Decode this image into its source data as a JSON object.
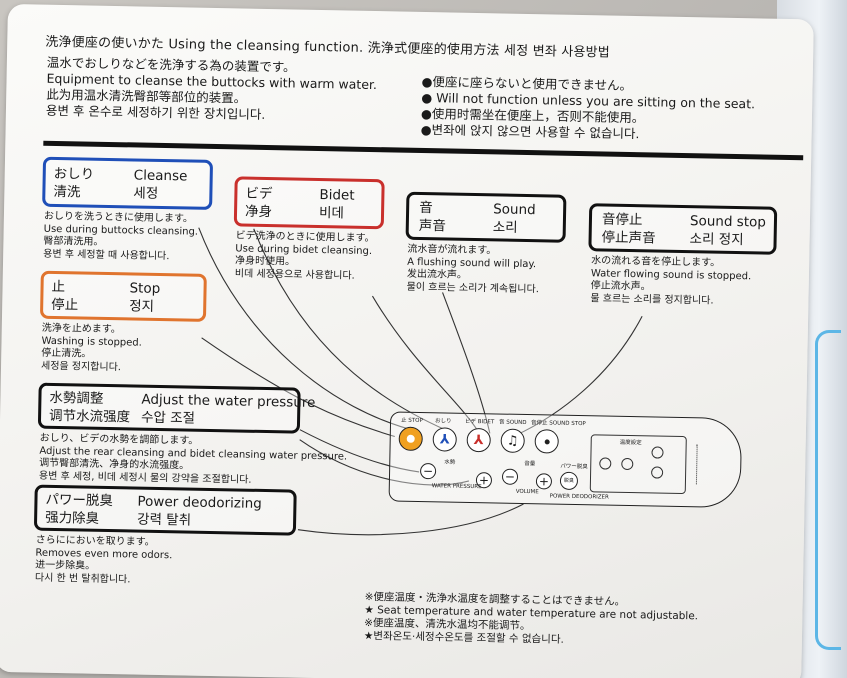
{
  "title": "洗浄便座の使いかた Using the cleansing function. 洗浄式便座的使用方法 세정 변좌 사용방법",
  "intro_left": [
    "温水でおしりなどを洗浄する為の装置です。",
    "Equipment to cleanse the buttocks with warm water.",
    "此为用温水清洗臀部等部位的装置。",
    "용변 후 온수로 세정하기 위한 장치입니다."
  ],
  "intro_right": [
    "●便座に座らないと使用できません。",
    "● Will not function unless you are sitting on the seat.",
    "●使用时需坐在便座上，否则不能使用。",
    "●변좌에 앉지 않으면 사용할 수 없습니다."
  ],
  "labels": {
    "cleanse": {
      "ja": "おしり",
      "zh": "清洗",
      "en": "Cleanse",
      "ko": "세정",
      "border": "#1f4fb8",
      "desc": [
        "おしりを洗うときに使用します。",
        "Use during buttocks cleansing.",
        "臀部清洗用。",
        "용변 후 세정할 때 사용합니다."
      ]
    },
    "bidet": {
      "ja": "ビデ",
      "zh": "净身",
      "en": "Bidet",
      "ko": "비데",
      "border": "#c9302c",
      "desc": [
        "ビデ洗浄のときに使用します。",
        "Use during bidet cleansing.",
        "净身时使用。",
        "비데 세정용으로 사용합니다."
      ]
    },
    "sound": {
      "ja": "音",
      "zh": "声音",
      "en": "Sound",
      "ko": "소리",
      "border": "#111111",
      "desc": [
        "流水音が流れます。",
        "A flushing sound will play.",
        "发出流水声。",
        "물이 흐르는 소리가 계속됩니다."
      ]
    },
    "sound_stop": {
      "ja": "音停止",
      "zh": "停止声音",
      "en": "Sound stop",
      "ko": "소리 정지",
      "border": "#111111",
      "desc": [
        "水の流れる音を停止します。",
        "Water flowing sound is stopped.",
        "停止流水声。",
        "물 흐르는 소리를 정지합니다."
      ]
    },
    "stop": {
      "ja": "止",
      "zh": "停止",
      "en": "Stop",
      "ko": "정지",
      "border": "#e0742e",
      "desc": [
        "洗浄を止めます。",
        "Washing is stopped.",
        "停止清洗。",
        "세정을 정지합니다."
      ]
    },
    "pressure": {
      "ja": "水勢調整",
      "zh": "调节水流强度",
      "en": "Adjust the water pressure",
      "ko": "수압 조절",
      "border": "#111111",
      "desc": [
        "おしり、ビデの水勢を調節します。",
        "Adjust the rear cleansing and bidet cleansing water pressure.",
        "调节臀部清洗、净身的水流强度。",
        "용변 후 세정, 비데 세정시 물의 강약을 조절합니다."
      ]
    },
    "deodorize": {
      "ja": "パワー脱臭",
      "zh": "强力除臭",
      "en": "Power deodorizing",
      "ko": "강력 탈취",
      "border": "#111111",
      "desc": [
        "さらににおいを取ります。",
        "Removes even more odors.",
        "进一步除臭。",
        "다시 한 번 탈취합니다."
      ]
    }
  },
  "panel": {
    "btn_stop_label": "止 STOP",
    "btn_cleanse_label": "おしり",
    "btn_bidet_label": "ビデ BIDET",
    "btn_sound_label": "音 SOUND",
    "btn_soundstop_label": "音停止 SOUND STOP",
    "pressure_label": "水勢",
    "pressure_sub": "WATER PRESSURE",
    "volume_label": "音量",
    "volume_sub": "VOLUME",
    "deodor_label": "パワー脱臭",
    "deodor_sub": "POWER DEODORIZER",
    "deodor_btn": "脱臭",
    "minus": "−",
    "plus": "+",
    "settings_title": "温度設定"
  },
  "notes": [
    "※便座温度・洗浄水温度を調整することはできません。",
    "★ Seat temperature and water temperature are not adjustable.",
    "※便座温度、清洗水温均不能调节。",
    "★변좌온도·세정수온도를 조절할 수 없습니다."
  ],
  "colors": {
    "stop_btn": "#f0a020",
    "cleanse_icon": "#1f4fb8",
    "bidet_icon": "#c9302c"
  }
}
